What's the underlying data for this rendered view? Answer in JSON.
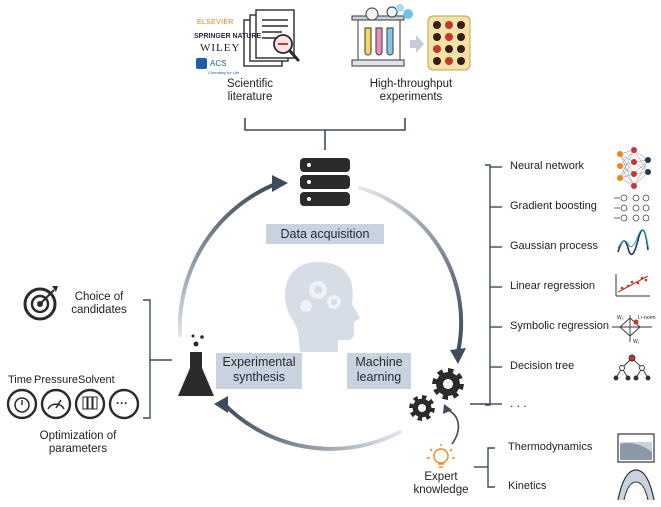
{
  "sources": {
    "literature": {
      "label_line1": "Scientific",
      "label_line2": "literature",
      "publishers": [
        "ELSEVIER",
        "SPRINGER NATURE",
        "WILEY",
        "ACS"
      ],
      "acs_tagline": "Chemistry for Life"
    },
    "experiments": {
      "label_line1": "High-throughput",
      "label_line2": "experiments"
    }
  },
  "cycle": {
    "data_acquisition": "Data acquisition",
    "machine_learning_line1": "Machine",
    "machine_learning_line2": "learning",
    "experimental_line1": "Experimental",
    "experimental_line2": "synthesis"
  },
  "ml_methods": [
    {
      "label": "Neural network",
      "icon": "neural-network-icon"
    },
    {
      "label": "Gradient boosting",
      "icon": "gradient-boosting-icon"
    },
    {
      "label": "Gaussian process",
      "icon": "gaussian-process-icon"
    },
    {
      "label": "Linear regression",
      "icon": "linear-regression-icon"
    },
    {
      "label": "Symbolic regression",
      "icon": "symbolic-regression-icon"
    },
    {
      "label": "Decision tree",
      "icon": "decision-tree-icon"
    }
  ],
  "ml_more": ". . .",
  "symbolic_labels": {
    "a": "W₂",
    "b": "L¹-norm",
    "c": "W₁"
  },
  "expert": {
    "label_line1": "Expert",
    "label_line2": "knowledge",
    "items": [
      {
        "label": "Thermodynamics",
        "icon": "thermodynamics-icon"
      },
      {
        "label": "Kinetics",
        "icon": "kinetics-icon"
      }
    ]
  },
  "synthesis": {
    "candidates_line1": "Choice of",
    "candidates_line2": "candidates",
    "params": [
      "Time",
      "Pressure",
      "Solvent"
    ],
    "params_more": "···",
    "optimization_line1": "Optimization of",
    "optimization_line2": "parameters"
  },
  "colors": {
    "accent": "#5a6b80",
    "box_fill": "#c9d3df",
    "icon_dark": "#2b2b2b",
    "head": "#d6dde6"
  }
}
